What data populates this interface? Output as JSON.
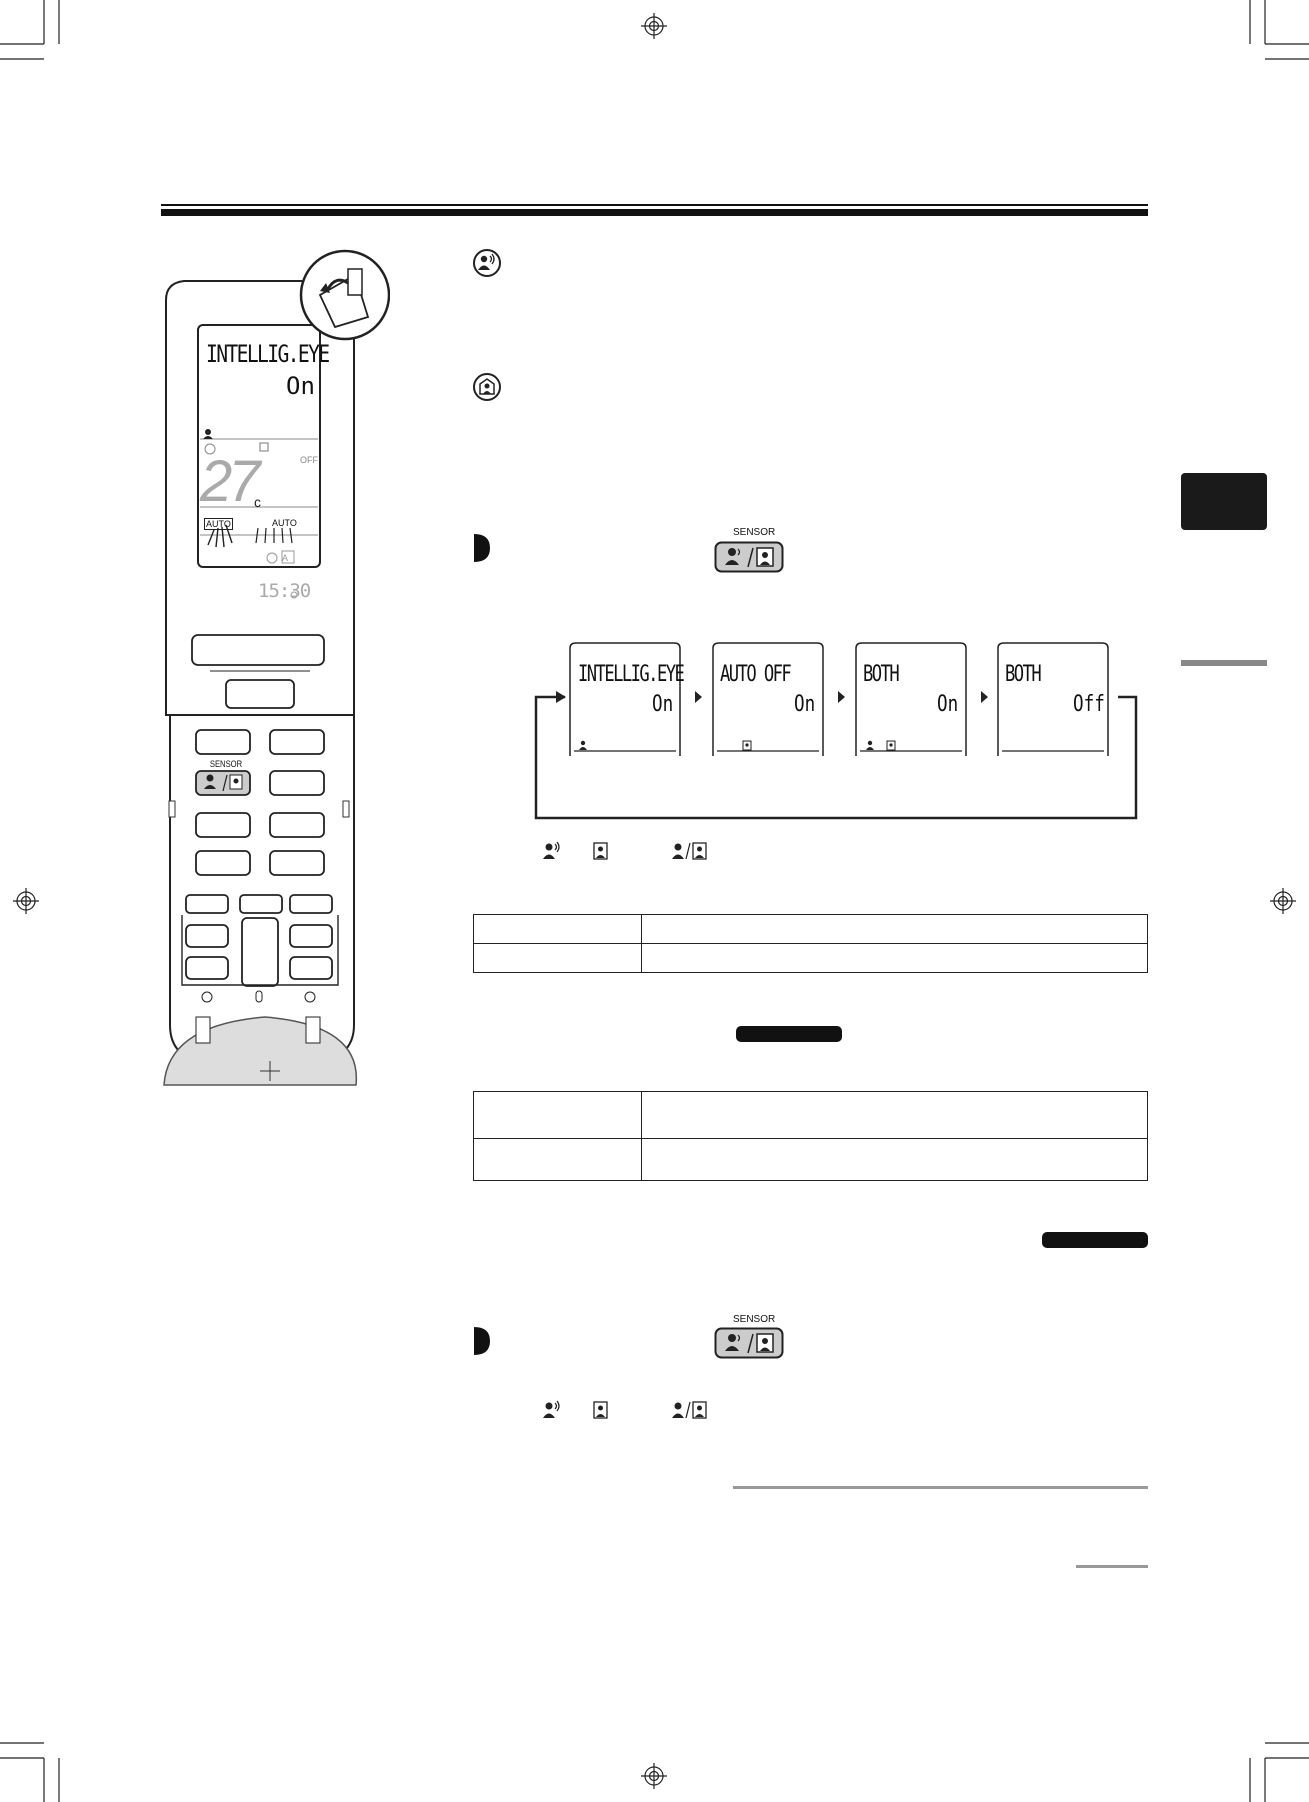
{
  "remote": {
    "lcd_mode": "INTELLIG.EYE",
    "lcd_state": "On",
    "lcd_temp": "27",
    "lcd_unit": "c",
    "lcd_off": "OFF",
    "lcd_auto_left": "AUTO",
    "lcd_auto_right": "AUTO",
    "lcd_clock": "15:30",
    "lcd_fan_auto": "A",
    "sensor_label": "SENSOR"
  },
  "step1": {
    "sensor_label": "SENSOR"
  },
  "step2": {
    "sensor_label": "SENSOR"
  },
  "sequence": [
    {
      "line1": "INTELLIG.EYE",
      "line2": "On",
      "icon": "person-motion-icon"
    },
    {
      "line1": "AUTO OFF",
      "line2": "On",
      "icon": "house-person-icon"
    },
    {
      "line1": "BOTH",
      "line2": "On",
      "icon": "both-icons"
    },
    {
      "line1": "BOTH",
      "line2": "Off",
      "icon": "none"
    }
  ],
  "colors": {
    "ink": "#111111",
    "gray": "#9a9a9a",
    "tab": "#1a1a1a"
  }
}
